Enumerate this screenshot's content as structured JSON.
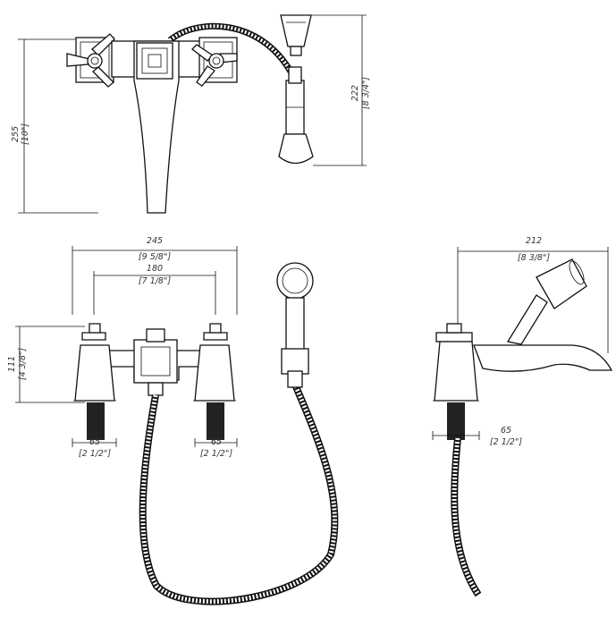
{
  "dimensions": {
    "wall_height": {
      "mm": "255",
      "inch": "[10\"]"
    },
    "shower_height": {
      "mm": "222",
      "inch": "[8 3/4\"]"
    },
    "overall_width": {
      "mm": "245",
      "inch": "[9 5/8\"]"
    },
    "centres": {
      "mm": "180",
      "inch": "[7 1/8\"]"
    },
    "pillar_height": {
      "mm": "111",
      "inch": "[4 3/8\"]"
    },
    "left_tail": {
      "mm": "65",
      "inch": "[2 1/2\"]"
    },
    "right_tail": {
      "mm": "65",
      "inch": "[2 1/2\"]"
    },
    "side_projection": {
      "mm": "212",
      "inch": "[8 3/8\"]"
    },
    "side_tail": {
      "mm": "65",
      "inch": "[2 1/2\"]"
    }
  }
}
